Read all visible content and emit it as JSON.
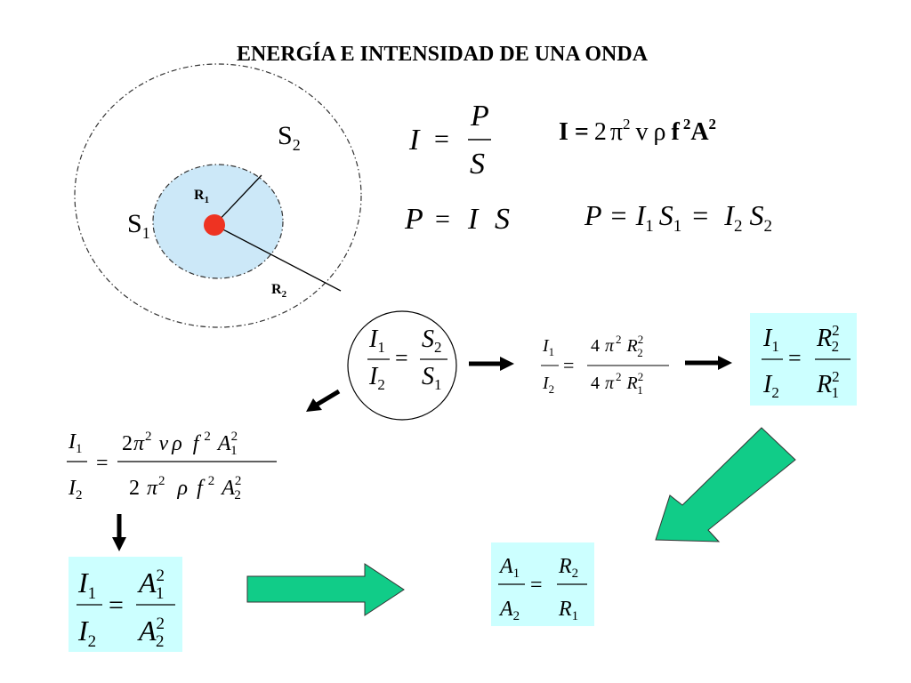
{
  "title": "ENERGÍA E INTENSIDAD DE UNA ONDA",
  "colors": {
    "inner_circle_fill": "#cce8f8",
    "source_dot": "#ee3322",
    "highlight_box": "#ccffff",
    "green_arrow": "#11cc88",
    "black_arrow": "#000000"
  },
  "diagram": {
    "s1": {
      "base": "S",
      "sub": "1"
    },
    "s2": {
      "base": "S",
      "sub": "2"
    },
    "r1": {
      "base": "R",
      "sub": "1"
    },
    "r2": {
      "base": "R",
      "sub": "2"
    }
  },
  "formulas": {
    "intensity_def": {
      "lhs": "I",
      "op": "=",
      "num": "P",
      "den": "S"
    },
    "power_def": {
      "p": "P",
      "eq": "=",
      "i": "I",
      "s": "S"
    },
    "intensity_energy": {
      "lhs": "I =",
      "two": "2",
      "pi": "π",
      "pi_exp": "2",
      "v": "v",
      "rho": "ρ",
      "f": "f",
      "f_exp": "2",
      "a": "A",
      "a_exp": "2"
    },
    "power_conservation": {
      "p": "P",
      "eq1": "=",
      "i1": "I",
      "i1_sub": "1",
      "s1": "S",
      "s1_sub": "1",
      "eq2": "=",
      "i2": "I",
      "i2_sub": "2",
      "s2": "S",
      "s2_sub": "2"
    },
    "ratio_surface": {
      "num_l": "I",
      "num_l_sub": "1",
      "den_l": "I",
      "den_l_sub": "2",
      "eq": "=",
      "num_r": "S",
      "num_r_sub": "2",
      "den_r": "S",
      "den_r_sub": "1"
    },
    "ratio_area": {
      "num_l": "I",
      "num_l_sub": "1",
      "den_l": "I",
      "den_l_sub": "2",
      "eq": "=",
      "num_coef": "4",
      "num_pi": "π",
      "num_pi_exp": "2",
      "num_r": "R",
      "num_r_exp": "2",
      "num_r_sub": "2",
      "den_coef": "4",
      "den_pi": "π",
      "den_pi_exp": "2",
      "den_r": "R",
      "den_r_exp": "2",
      "den_r_sub": "1"
    },
    "ratio_radius_squared": {
      "num_l": "I",
      "num_l_sub": "1",
      "den_l": "I",
      "den_l_sub": "2",
      "eq": "=",
      "num_r": "R",
      "num_r_exp": "2",
      "num_r_sub": "2",
      "den_r": "R",
      "den_r_exp": "2",
      "den_r_sub": "1"
    },
    "ratio_energy": {
      "num_l": "I",
      "num_l_sub": "1",
      "den_l": "I",
      "den_l_sub": "2",
      "eq": "=",
      "num_two": "2",
      "num_pi": "π",
      "num_pi_exp": "2",
      "num_v": "v",
      "num_rho": "ρ",
      "num_f": "f",
      "num_f_exp": "2",
      "num_a": "A",
      "num_a_exp": "2",
      "num_a_sub": "1",
      "den_two": "2",
      "den_pi": "π",
      "den_pi_exp": "2",
      "den_rho": "ρ",
      "den_f": "f",
      "den_f_exp": "2",
      "den_a": "A",
      "den_a_exp": "2",
      "den_a_sub": "2"
    },
    "ratio_amplitude_squared": {
      "num_l": "I",
      "num_l_sub": "1",
      "den_l": "I",
      "den_l_sub": "2",
      "eq": "=",
      "num_a": "A",
      "num_a_exp": "2",
      "num_a_sub": "1",
      "den_a": "A",
      "den_a_exp": "2",
      "den_a_sub": "2"
    },
    "ratio_amplitude_radius": {
      "num_a": "A",
      "num_a_sub": "1",
      "den_a": "A",
      "den_a_sub": "2",
      "eq": "=",
      "num_r": "R",
      "num_r_sub": "2",
      "den_r": "R",
      "den_r_sub": "1"
    }
  }
}
